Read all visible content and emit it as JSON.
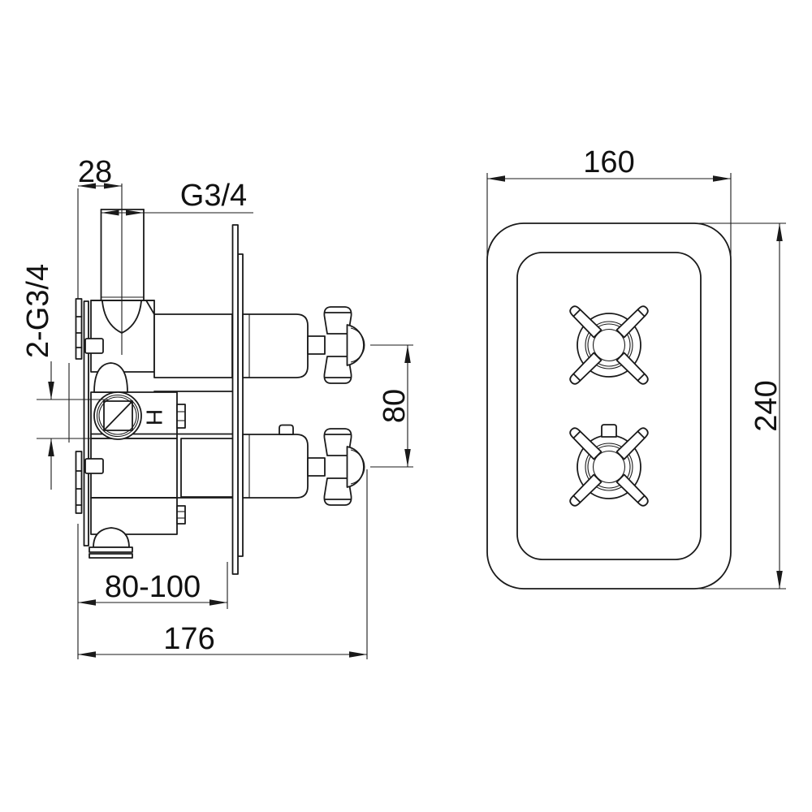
{
  "drawing": {
    "colors": {
      "line": "#1a1a1a",
      "background": "#ffffff"
    },
    "side_view": {
      "offset_top": "28",
      "top_connection_thread": "G3/4",
      "inlet_connections_thread": "2-G3/4",
      "handle_spacing": "80",
      "installation_depth_range": "80-100",
      "total_depth": "176",
      "hot_marker": "H"
    },
    "front_view": {
      "plate_width": "160",
      "plate_height": "240"
    }
  }
}
